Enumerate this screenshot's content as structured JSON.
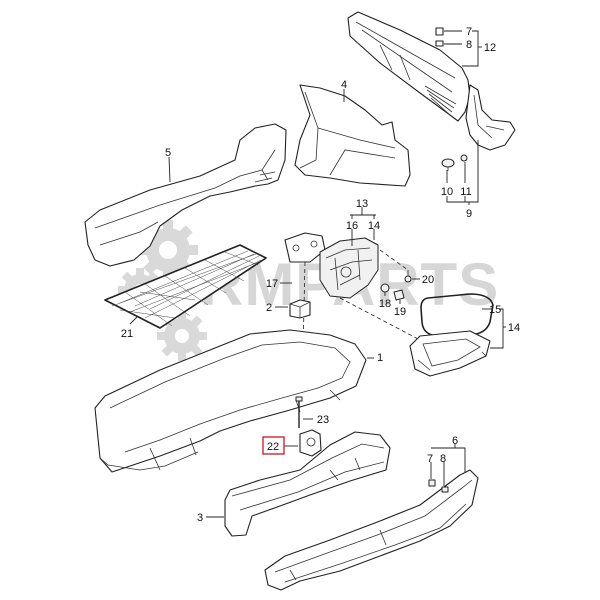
{
  "watermark": {
    "text": "RMPARTS",
    "color": "#d6d6d6"
  },
  "colors": {
    "line": "#222222",
    "highlight": "#d9232d"
  },
  "callouts": {
    "p7a": "7",
    "p8a": "8",
    "p12": "12",
    "p4": "4",
    "p5": "5",
    "p10": "10",
    "p11": "11",
    "p9": "9",
    "p13": "13",
    "p16": "16",
    "p14a": "14",
    "p17": "17",
    "p20": "20",
    "p18": "18",
    "p19": "19",
    "p15": "15",
    "p14b": "14",
    "p2": "2",
    "p21": "21",
    "p1": "1",
    "p23": "23",
    "p22": "22",
    "p6": "6",
    "p7b": "7",
    "p8b": "8",
    "p3": "3"
  }
}
